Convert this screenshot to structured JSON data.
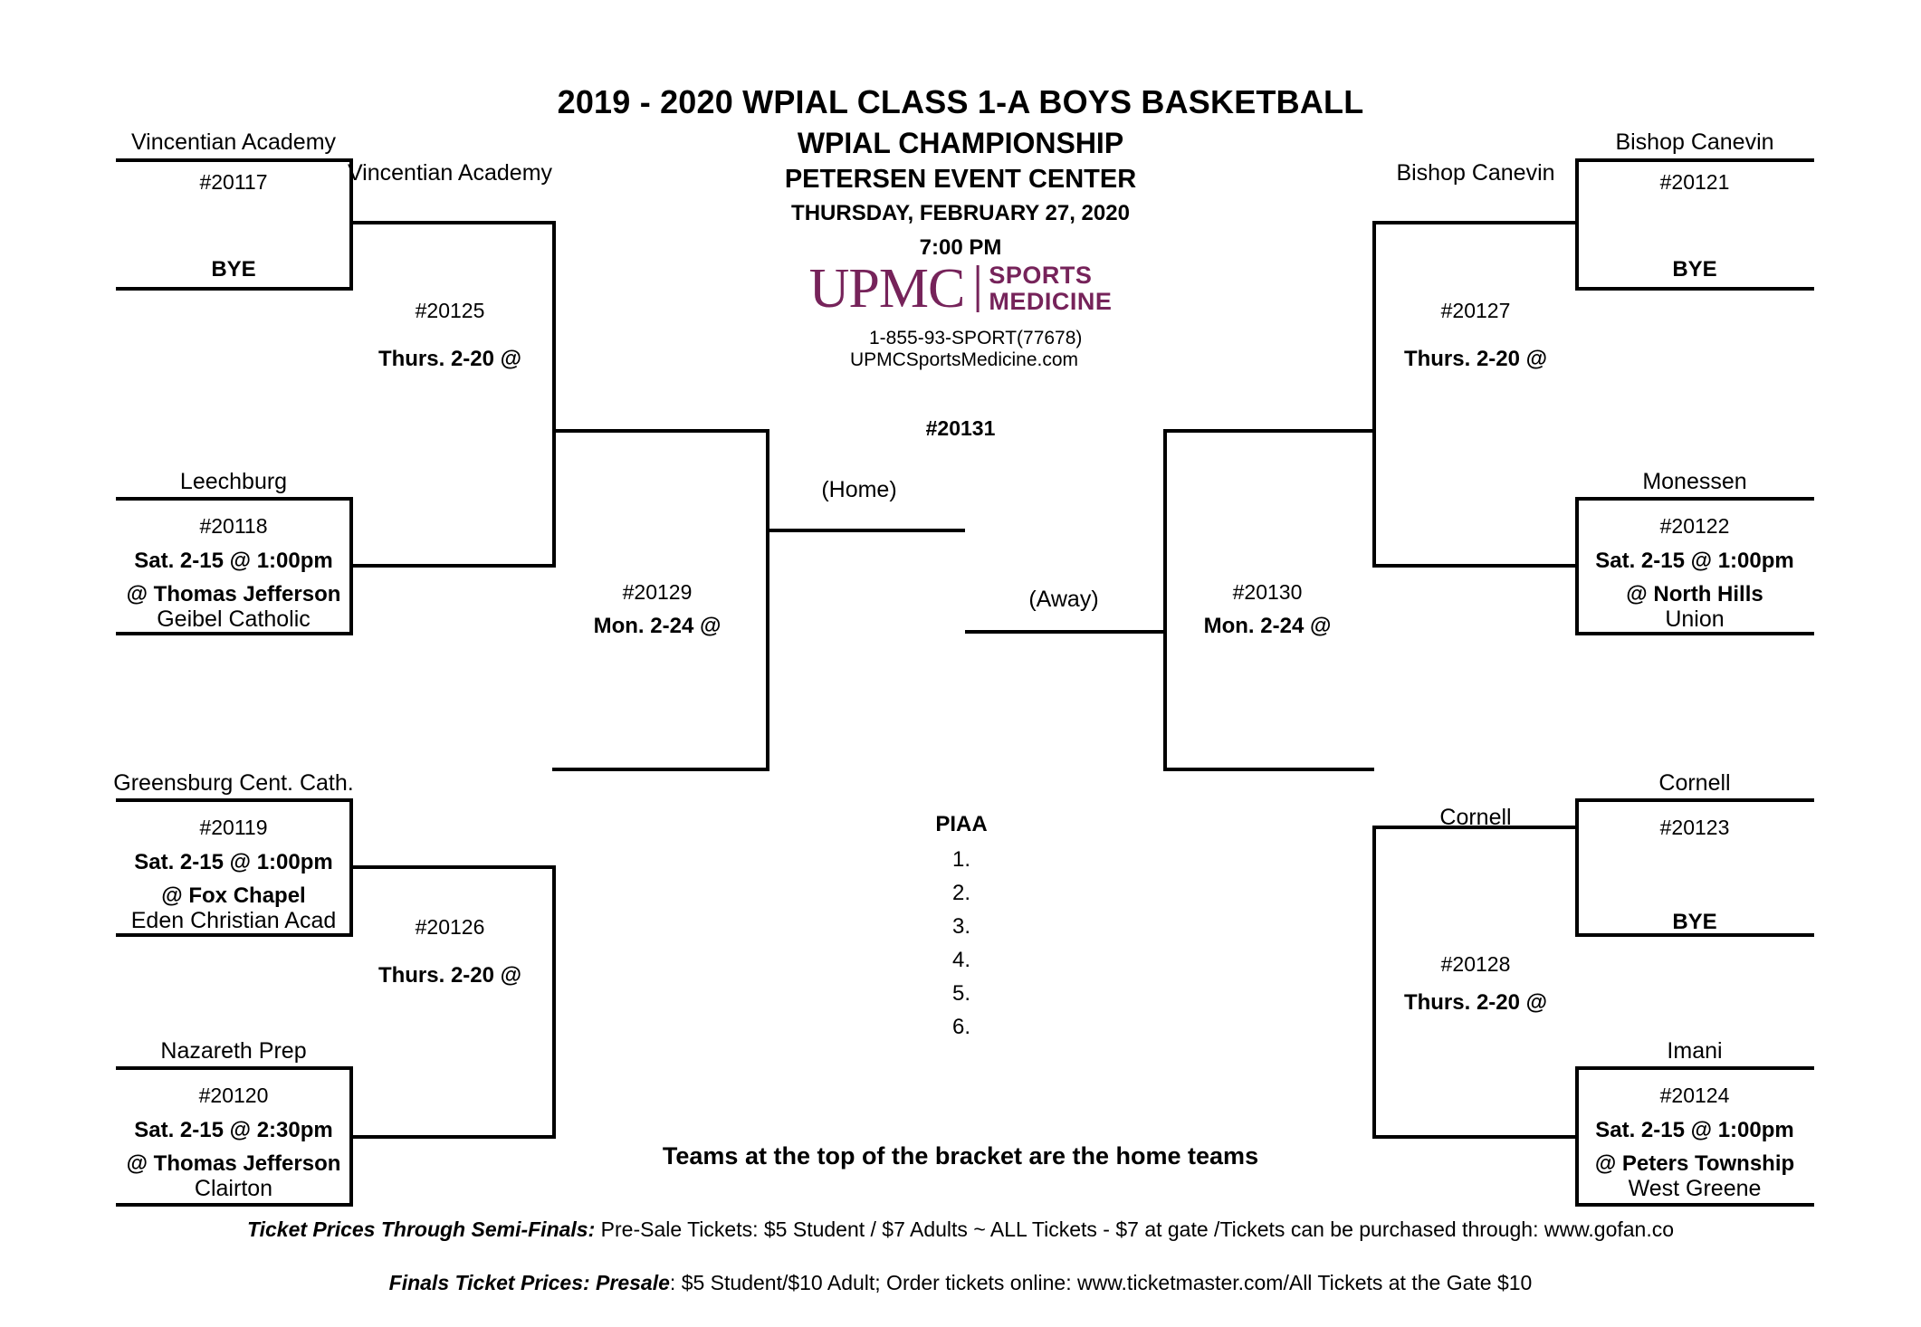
{
  "header": {
    "line1": "2019 - 2020  WPIAL CLASS 1-A BOYS BASKETBALL",
    "line2": "WPIAL CHAMPIONSHIP",
    "line3": "PETERSEN EVENT CENTER",
    "line4": "THURSDAY, FEBRUARY 27, 2020",
    "line5": "7:00 PM"
  },
  "sponsor": {
    "word": "UPMC",
    "sub_line1": "SPORTS",
    "sub_line2": "MEDICINE",
    "phone": "1-855-93-SPORT(77678)",
    "website": "UPMCSportsMedicine.com",
    "color": "#76235a"
  },
  "left": {
    "r1": [
      {
        "top_team": "Vincentian Academy",
        "game": "#20117",
        "bottom_team": "BYE",
        "bottom_bold": true
      },
      {
        "top_team": "Leechburg",
        "game": "#20118",
        "date": "Sat. 2-15 @ 1:00pm",
        "site": "@ Thomas Jefferson",
        "bottom_team": "Geibel Catholic"
      },
      {
        "top_team": "Greensburg Cent. Cath.",
        "game": "#20119",
        "date": "Sat. 2-15 @ 1:00pm",
        "site": "@ Fox Chapel",
        "bottom_team": "Eden Christian Acad"
      },
      {
        "top_team": "Nazareth Prep",
        "game": "#20120",
        "date": "Sat. 2-15 @ 2:30pm",
        "site": "@ Thomas Jefferson",
        "bottom_team": "Clairton"
      }
    ],
    "r2": [
      {
        "winner": "Vincentian Academy",
        "game": "#20125",
        "date": "Thurs. 2-20 @"
      },
      {
        "winner": "",
        "game": "#20126",
        "date": "Thurs. 2-20 @"
      }
    ],
    "r3": {
      "winner": "",
      "game": "#20129",
      "date": "Mon. 2-24 @"
    }
  },
  "right": {
    "r1": [
      {
        "top_team": "Bishop Canevin",
        "game": "#20121",
        "bottom_team": "BYE",
        "bottom_bold": true
      },
      {
        "top_team": "Monessen",
        "game": "#20122",
        "date": "Sat. 2-15 @ 1:00pm",
        "site": "@ North Hills",
        "bottom_team": "Union"
      },
      {
        "top_team": "Cornell",
        "game": "#20123",
        "bottom_team": "BYE",
        "bottom_bold": true
      },
      {
        "top_team": "Imani",
        "game": "#20124",
        "date": "Sat. 2-15 @ 1:00pm",
        "site": "@ Peters Township",
        "bottom_team": "West Greene"
      }
    ],
    "r2": [
      {
        "winner": "Bishop Canevin",
        "game": "#20127",
        "date": "Thurs. 2-20 @"
      },
      {
        "winner": "Cornell",
        "game": "#20128",
        "date": "Thurs. 2-20 @"
      }
    ],
    "r3": {
      "winner": "",
      "game": "#20130",
      "date": "Mon. 2-24 @"
    }
  },
  "final": {
    "game": "#20131",
    "home_label": "(Home)",
    "away_label": "(Away)"
  },
  "piaa": {
    "heading": "PIAA",
    "items": [
      "1.",
      "2.",
      "3.",
      "4.",
      "5.",
      "6."
    ]
  },
  "note": "Teams at the top of the bracket are the home teams",
  "footer": {
    "line1_em": "Ticket Prices Through Semi-Finals:",
    "line1_rest": " Pre-Sale Tickets: $5 Student / $7 Adults  ~ ALL Tickets - $7 at gate /Tickets can be purchased through:  www.gofan.co",
    "line2_em": "Finals Ticket Prices: Presale",
    "line2_rest": ": $5 Student/$10 Adult; Order tickets online: www.ticketmaster.com/All Tickets at the Gate $10"
  }
}
